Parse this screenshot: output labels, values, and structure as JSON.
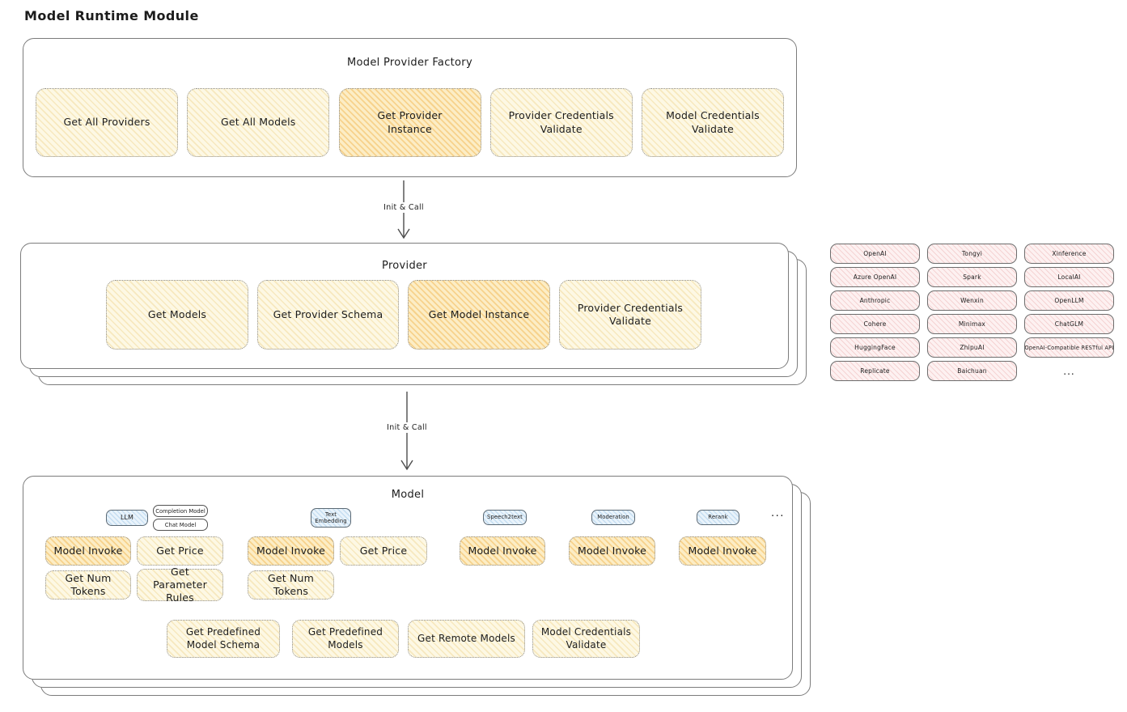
{
  "page": {
    "title": "Model Runtime Module"
  },
  "arrows": [
    {
      "label": "Init & Call"
    },
    {
      "label": "Init & Call"
    }
  ],
  "factory": {
    "title": "Model Provider Factory",
    "buttons": [
      {
        "label": "Get All Providers",
        "highlighted": false
      },
      {
        "label": "Get All Models",
        "highlighted": false
      },
      {
        "label": "Get Provider Instance",
        "highlighted": true
      },
      {
        "label": "Provider Credentials Validate",
        "highlighted": false
      },
      {
        "label": "Model Credentials Validate",
        "highlighted": false
      }
    ]
  },
  "provider": {
    "title": "Provider",
    "buttons": [
      {
        "label": "Get Models",
        "highlighted": false
      },
      {
        "label": "Get Provider Schema",
        "highlighted": false
      },
      {
        "label": "Get Model Instance",
        "highlighted": true
      },
      {
        "label": "Provider Credentials Validate",
        "highlighted": false
      }
    ]
  },
  "providers_grid": {
    "items": [
      "OpenAI",
      "Tongyi",
      "Xinference",
      "Azure OpenAI",
      "Spark",
      "LocalAI",
      "Anthropic",
      "Wenxin",
      "OpenLLM",
      "Cohere",
      "Minimax",
      "ChatGLM",
      "HuggingFace",
      "ZhipuAI",
      "OpenAI-Compatible RESTful API",
      "Replicate",
      "Baichuan"
    ],
    "more": "..."
  },
  "model": {
    "title": "Model",
    "more": "...",
    "groups": [
      {
        "tab": "LLM",
        "subtabs": [
          "Completion Model",
          "Chat Model"
        ],
        "buttons": [
          {
            "label": "Model Invoke",
            "highlighted": true
          },
          {
            "label": "Get Price",
            "highlighted": false
          },
          {
            "label": "Get Num Tokens",
            "highlighted": false
          },
          {
            "label": "Get Parameter Rules",
            "highlighted": false
          }
        ]
      },
      {
        "tab": "Text Embedding",
        "buttons": [
          {
            "label": "Model Invoke",
            "highlighted": true
          },
          {
            "label": "Get Price",
            "highlighted": false
          },
          {
            "label": "Get Num Tokens",
            "highlighted": false
          }
        ]
      },
      {
        "tab": "Speech2text",
        "buttons": [
          {
            "label": "Model Invoke",
            "highlighted": true
          }
        ]
      },
      {
        "tab": "Moderation",
        "buttons": [
          {
            "label": "Model Invoke",
            "highlighted": true
          }
        ]
      },
      {
        "tab": "Rerank",
        "buttons": [
          {
            "label": "Model Invoke",
            "highlighted": true
          }
        ]
      }
    ],
    "bottom_buttons": [
      {
        "label": "Get Predefined Model Schema",
        "highlighted": false
      },
      {
        "label": "Get Predefined Models",
        "highlighted": false
      },
      {
        "label": "Get Remote Models",
        "highlighted": false
      },
      {
        "label": "Model Credentials Validate",
        "highlighted": false
      }
    ]
  },
  "colors": {
    "node_cream": "#fdf8e4",
    "node_highlight": "#fcedc5",
    "provider_chip_pink": "#fdf1f1",
    "tab_blue": "#e9f3fb",
    "ink": "#1c1c1c"
  }
}
